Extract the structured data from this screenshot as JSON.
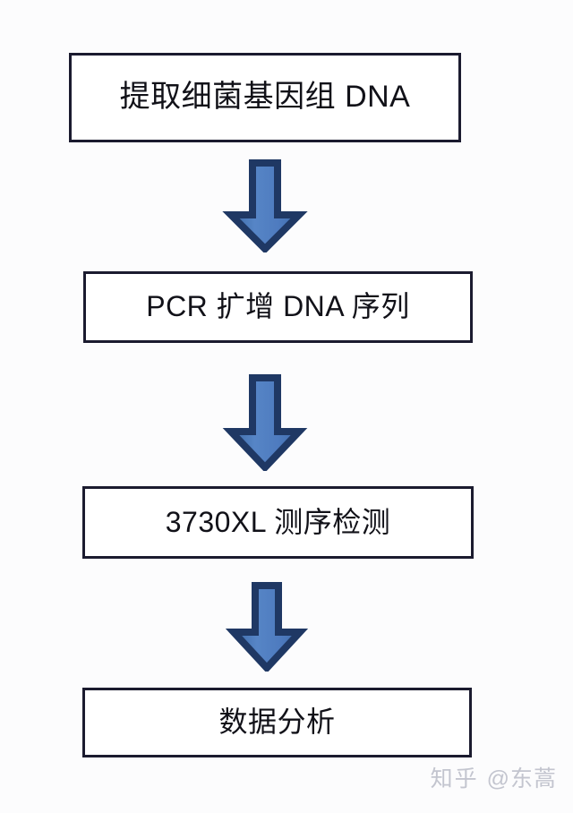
{
  "figure": {
    "type": "flowchart",
    "orientation": "vertical",
    "background_color": "#fcfcfd",
    "node_border_color": "#1b1b2f",
    "node_fill_color": "#ffffff",
    "arrow_outline_color": "#1f3864",
    "arrow_fill_color": "#4e7bbf"
  },
  "nodes": [
    {
      "id": "step-1",
      "label": "提取细菌基因组 DNA"
    },
    {
      "id": "step-2",
      "label": "PCR 扩增 DNA 序列"
    },
    {
      "id": "step-3",
      "label": "3730XL 测序检测"
    },
    {
      "id": "step-4",
      "label": "数据分析"
    }
  ],
  "connectors": [
    {
      "id": "arrow-1",
      "from": "step-1",
      "to": "step-2",
      "direction": "down"
    },
    {
      "id": "arrow-2",
      "from": "step-2",
      "to": "step-3",
      "direction": "down"
    },
    {
      "id": "arrow-3",
      "from": "step-3",
      "to": "step-4",
      "direction": "down"
    }
  ],
  "watermark": {
    "site": "知乎",
    "handle": "@东蒿",
    "full": "知乎 @东蒿",
    "color": "#c3c5cf"
  }
}
